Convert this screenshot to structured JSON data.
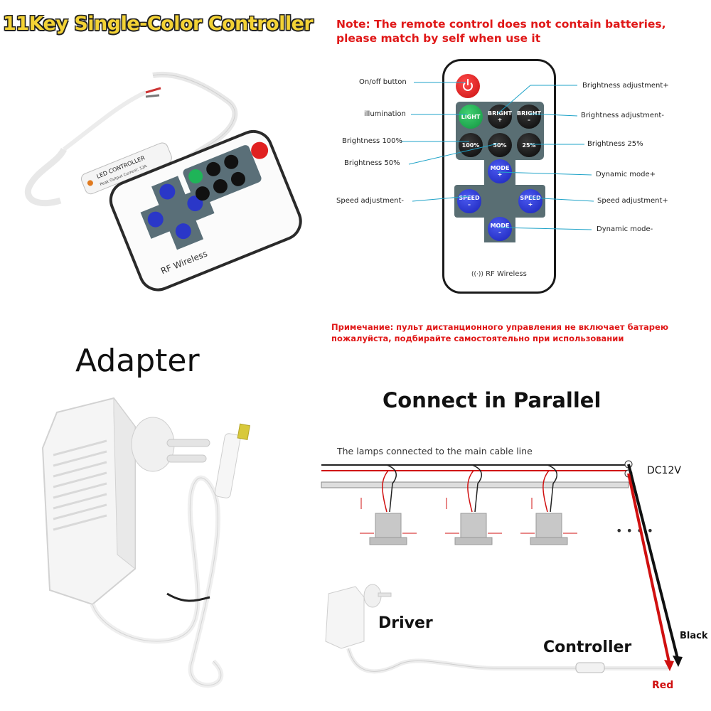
{
  "title": "11Key Single-Color Controller",
  "note_en": [
    "Note: The remote control does not contain batteries,",
    "please match by self when use it"
  ],
  "note_ru": [
    "Примечание: пульт дистанционного управления не включает батарею",
    "пожалуйста, подбирайте самостоятельно при использовании"
  ],
  "remote": {
    "buttons": {
      "light": "LIGHT",
      "bright_plus": [
        "BRIGHT",
        "+"
      ],
      "bright_minus": [
        "BRIGHT",
        "–"
      ],
      "b100": "100%",
      "b50": "50%",
      "b25": "25%",
      "mode_plus": [
        "MODE",
        "+"
      ],
      "speed_minus": [
        "SPEED",
        "–"
      ],
      "speed_plus": [
        "SPEED",
        "+"
      ],
      "mode_minus": [
        "MODE",
        "–"
      ]
    },
    "footer": "RF Wireless"
  },
  "callouts": {
    "onoff": "On/off button",
    "illumination": "illumination",
    "b100": "Brightness 100%",
    "b50": "Brightness 50%",
    "speed_minus": "Speed adjustment-",
    "bright_plus": "Brightness adjustment+",
    "bright_minus": "Brightness adjustment-",
    "b25": "Brightness 25%",
    "mode_plus": "Dynamic mode+",
    "speed_plus": "Speed adjustment+",
    "mode_minus": "Dynamic mode-"
  },
  "photo_controller": {
    "label_lines": [
      "LED CONTROLLER",
      "Peak Output Current: 12A"
    ],
    "remote_footer": "RF Wireless"
  },
  "adapter_label": "Adapter",
  "parallel": {
    "heading": "Connect in Parallel",
    "caption": "The lamps connected to the main cable line",
    "voltage": "DC12V",
    "driver": "Driver",
    "controller": "Controller",
    "black": "Black",
    "red": "Red"
  },
  "colors": {
    "title_yellow": "#f3d235",
    "note_red": "#e01818",
    "callout_line": "#1fa3c8",
    "pad": "#596e73",
    "button_blue": "#2430d0",
    "button_green": "#1fb458",
    "power_red": "#e02020",
    "wire_red": "#d01010",
    "wire_black": "#111111"
  }
}
